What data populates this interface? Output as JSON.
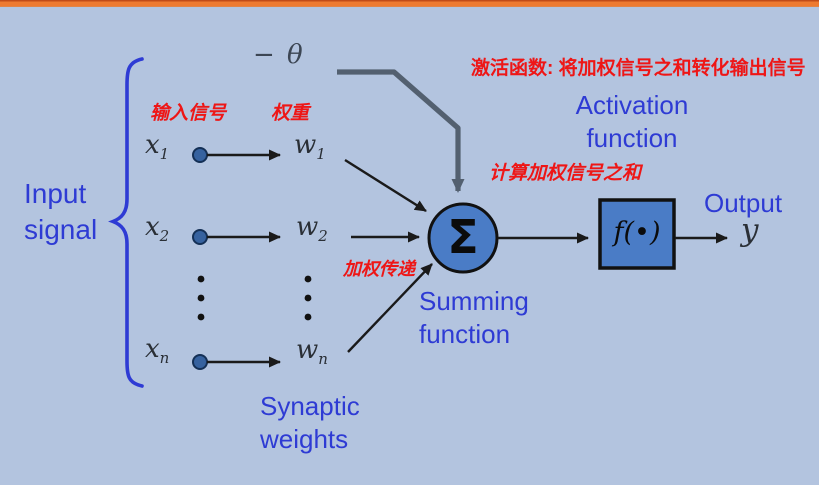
{
  "colors": {
    "background": "#b3c4df",
    "top_bar": "#ee7a30",
    "top_bar_edge": "#c14c18",
    "label_blue": "#2e3bd4",
    "annotation_red": "#ee1616",
    "node_fill": "#4a7cc6",
    "node_border": "#111111",
    "line_black": "#1a1a1a",
    "theta_line_gray": "#536070"
  },
  "labels": {
    "input_signal_line1": "Input",
    "input_signal_line2": "signal",
    "activation_line1": "Activation",
    "activation_line2": "function",
    "summing_line1": "Summing",
    "summing_line2": "function",
    "synaptic_line1": "Synaptic",
    "synaptic_line2": "weights",
    "output": "Output"
  },
  "annotations": {
    "input_signal_cn": "输入信号",
    "weights_cn": "权重",
    "activation_cn": "激活函数: 将加权信号之和转化输出信号",
    "weighted_sum_cn": "计算加权信号之和",
    "weighted_transfer_cn": "加权传递"
  },
  "math": {
    "threshold": "− θ",
    "sum_symbol": "Σ",
    "activation_symbol": "f(•)",
    "output_symbol": "y",
    "inputs": [
      {
        "base": "x",
        "sub": "1"
      },
      {
        "base": "x",
        "sub": "2"
      },
      {
        "base": "x",
        "sub": "n"
      }
    ],
    "weights": [
      {
        "base": "w",
        "sub": "1"
      },
      {
        "base": "w",
        "sub": "2"
      },
      {
        "base": "w",
        "sub": "n"
      }
    ]
  }
}
